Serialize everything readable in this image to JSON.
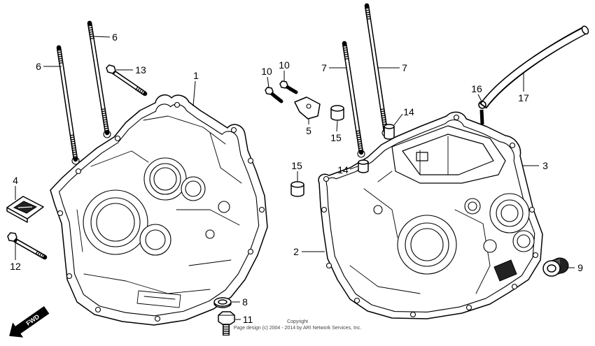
{
  "diagram": {
    "callouts": [
      "6",
      "6",
      "13",
      "1",
      "4",
      "12",
      "10",
      "10",
      "5",
      "15",
      "7",
      "7",
      "14",
      "16",
      "17",
      "3",
      "15",
      "14",
      "2",
      "9",
      "8",
      "11"
    ],
    "direction_label": "FWD",
    "copyright": {
      "line1": "Copyright",
      "line2": "Page design (c) 2004 - 2014 by ARI Network Services, Inc."
    }
  },
  "icons": {
    "direction_arrow": "fwd-arrow-icon"
  },
  "colors": {
    "line": "#000000",
    "background": "#ffffff"
  }
}
